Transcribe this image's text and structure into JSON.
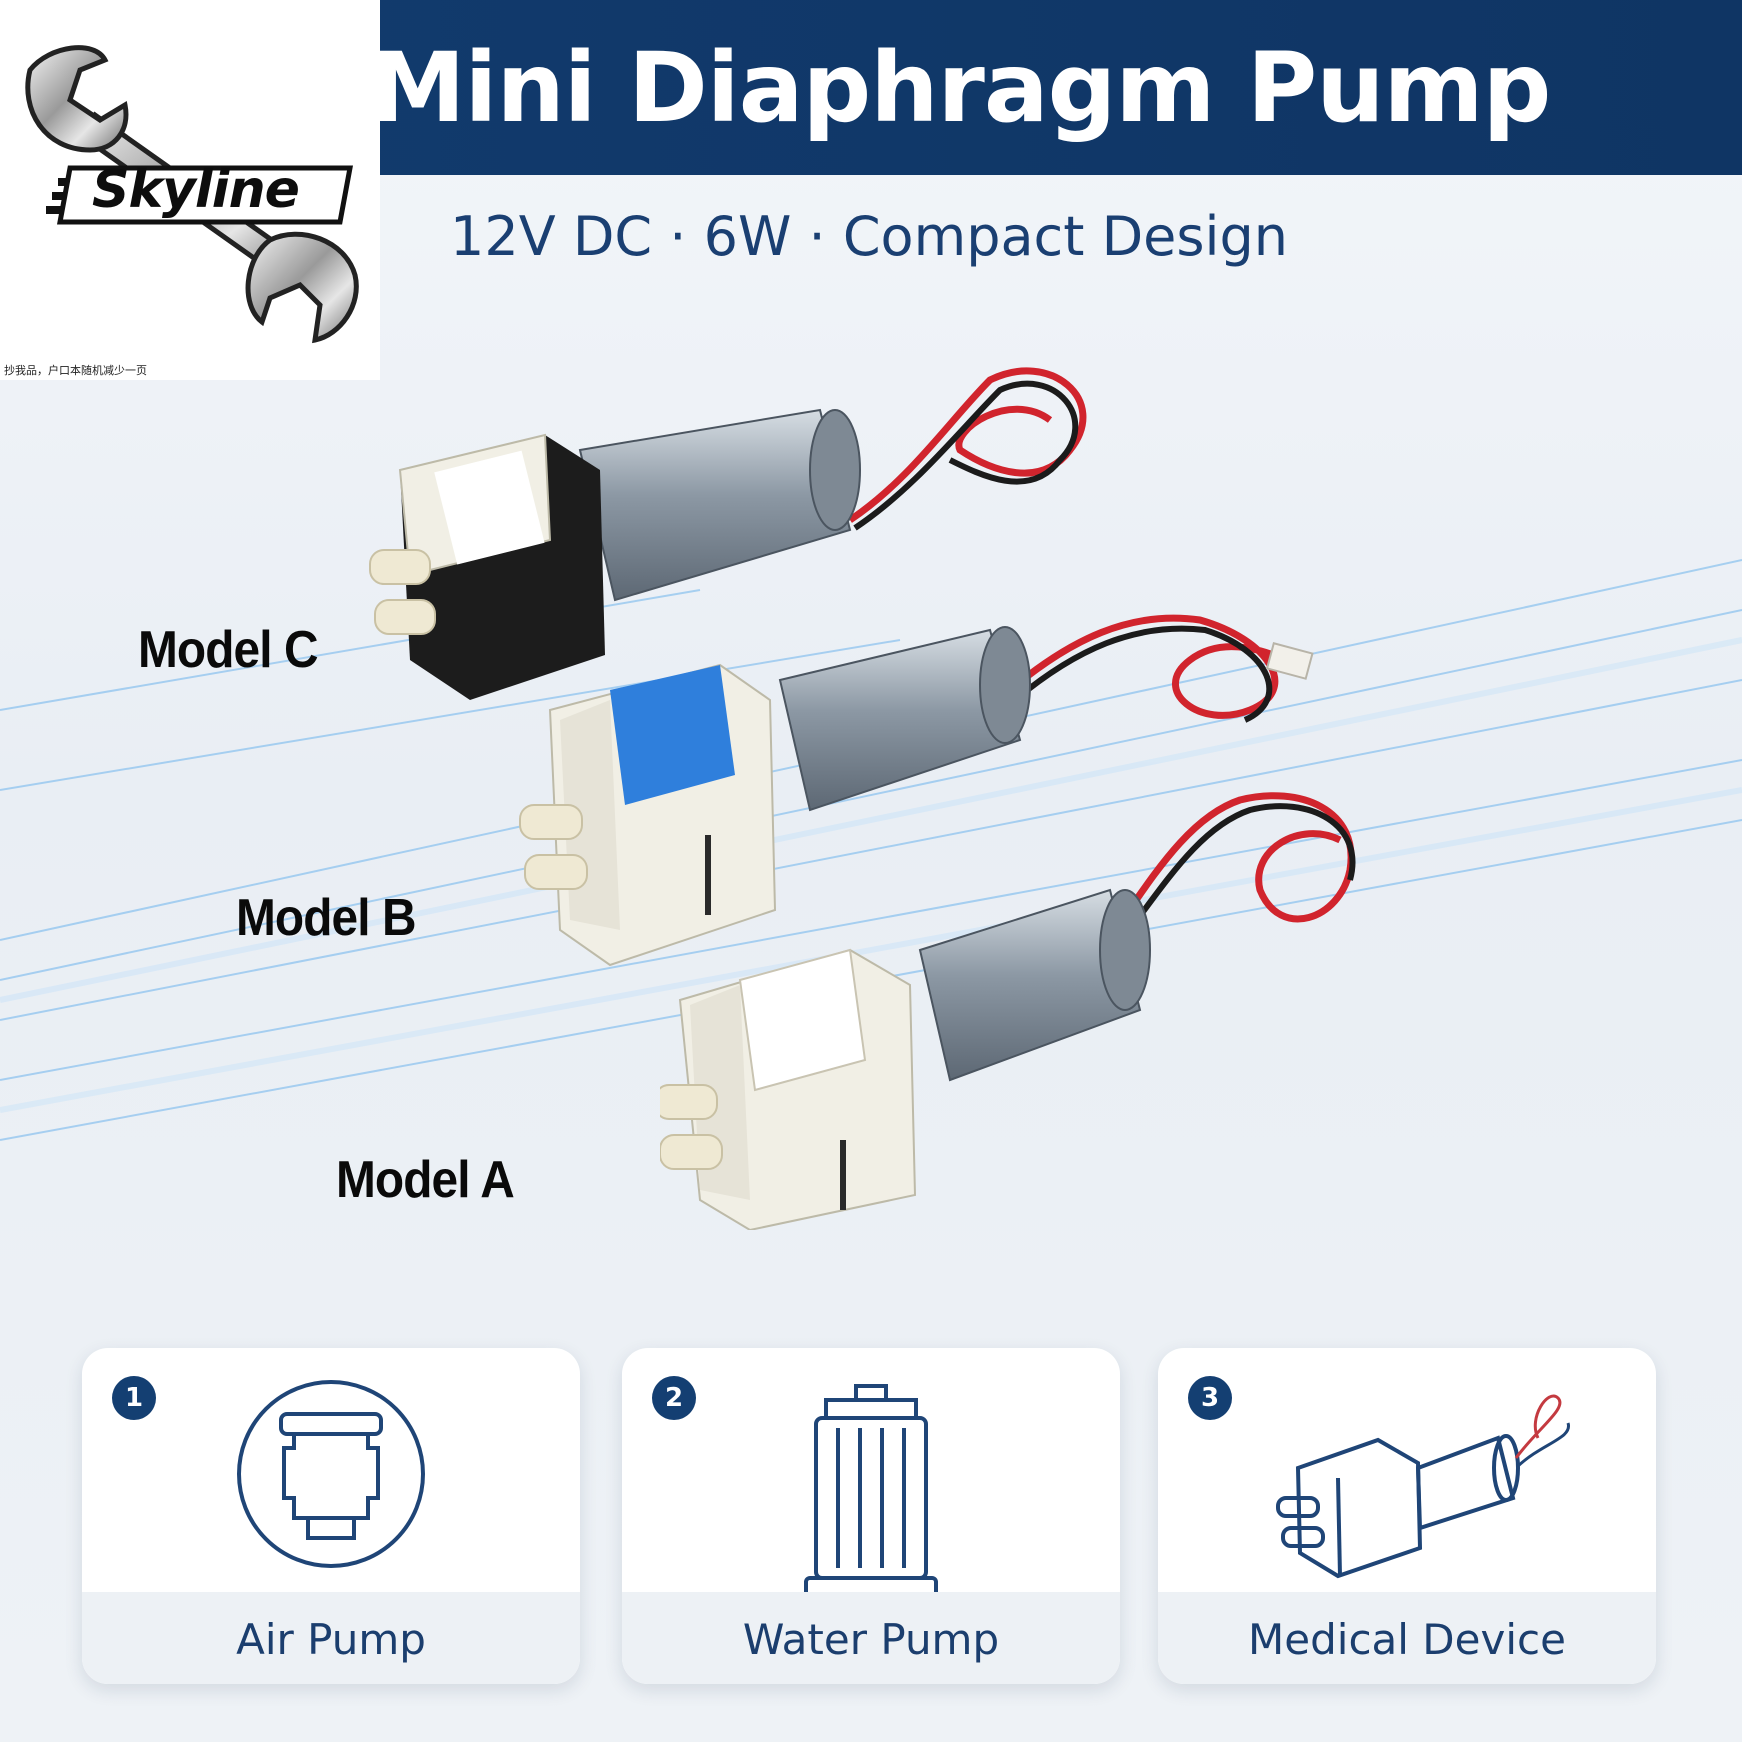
{
  "header": {
    "title": "Mini Diaphragm Pump",
    "subtitle": "12V DC · 6W · Compact Design"
  },
  "logo": {
    "brand": "Skyline",
    "note": "抄我品，户口本随机减少一页",
    "icon": "wrench-icon"
  },
  "products": [
    {
      "label": "Model C"
    },
    {
      "label": "Model B"
    },
    {
      "label": "Model A"
    }
  ],
  "applications": [
    {
      "number": "1",
      "label": "Air Pump",
      "icon": "air-pump-icon"
    },
    {
      "number": "2",
      "label": "Water Pump",
      "icon": "water-pump-icon"
    },
    {
      "number": "3",
      "label": "Medical Device",
      "icon": "medical-device-icon"
    }
  ],
  "colors": {
    "header": "#123b6e",
    "accent": "#143f72",
    "text_dark": "#1b3e6e"
  }
}
